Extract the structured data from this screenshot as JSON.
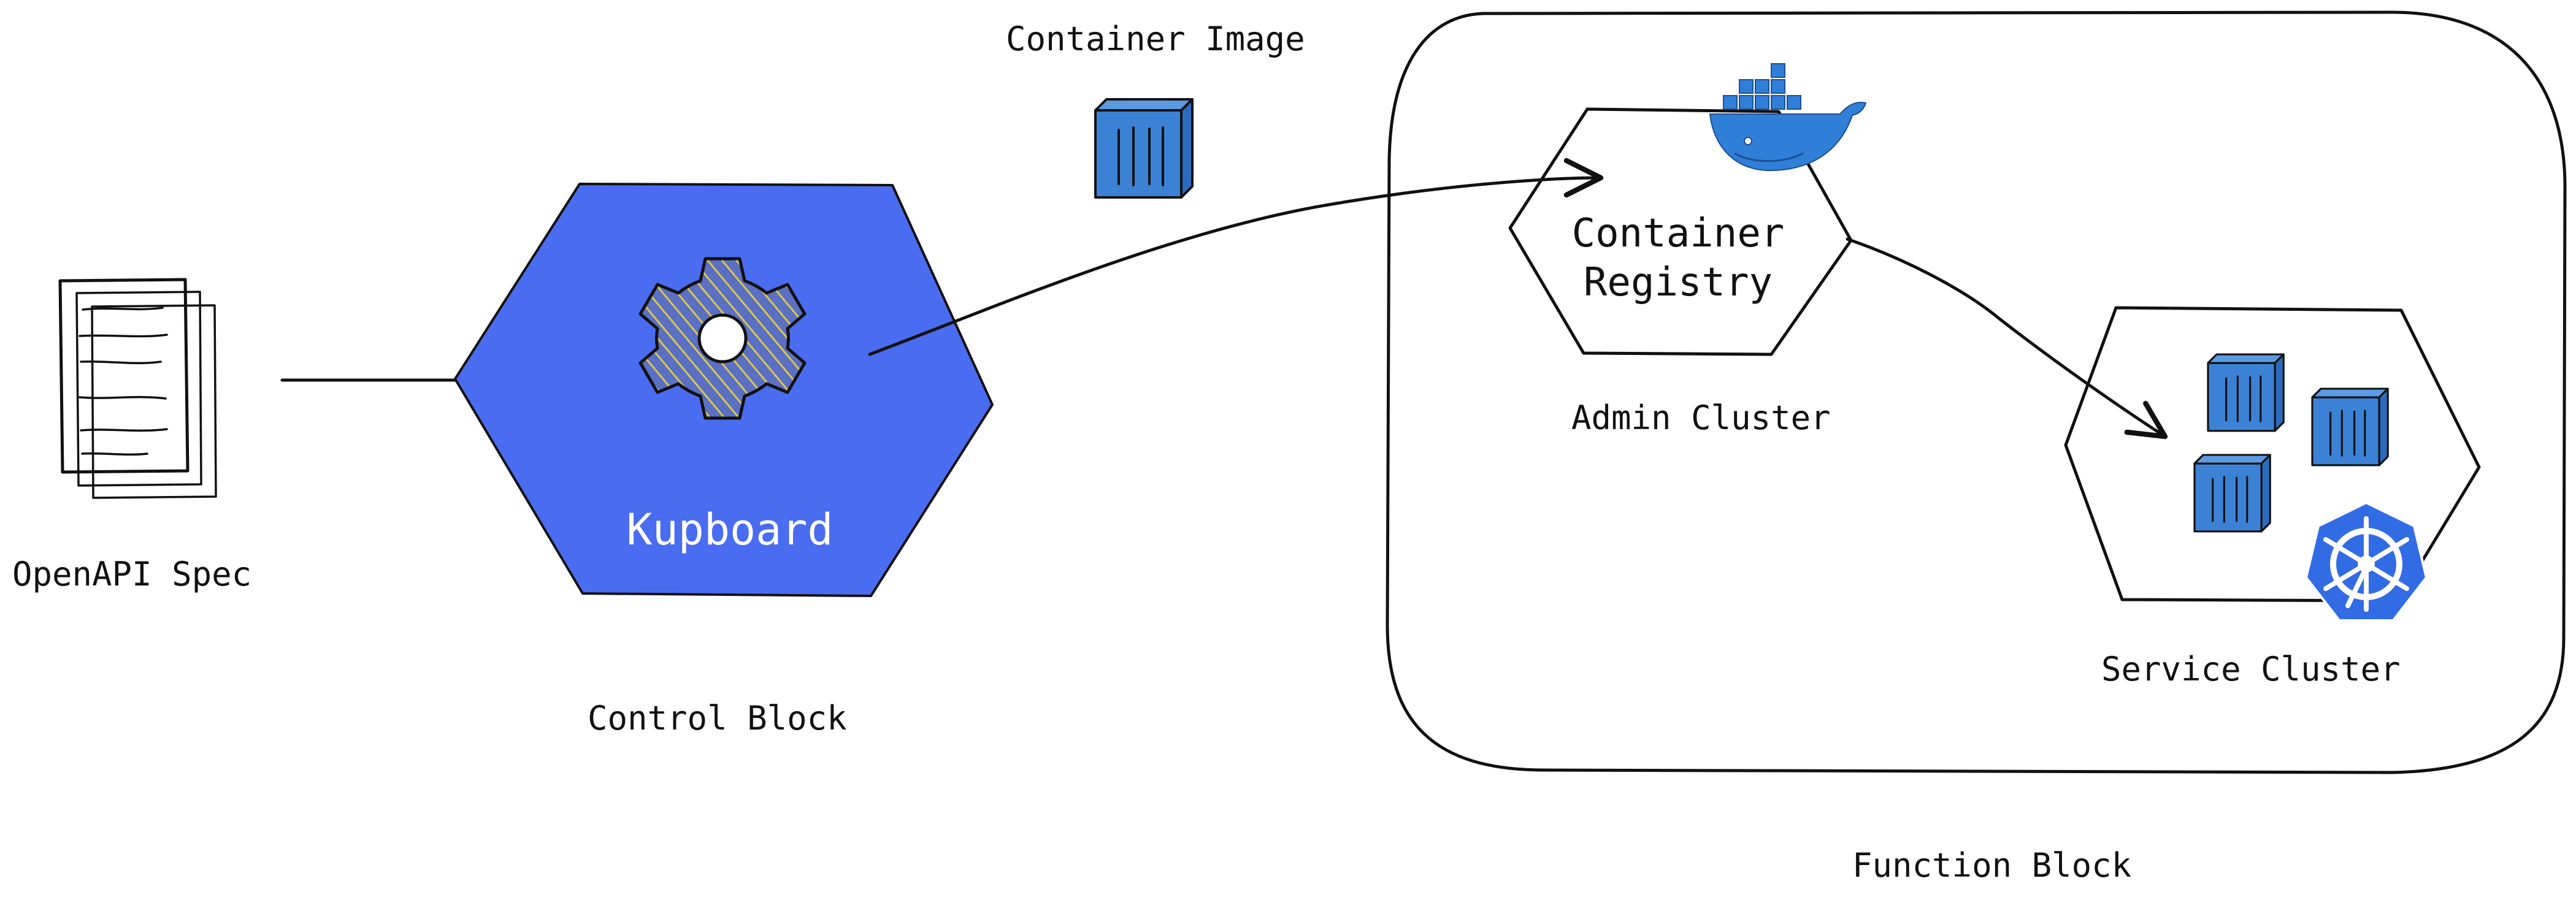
{
  "labels": {
    "openapi_spec": "OpenAPI Spec",
    "kupboard": "Kupboard",
    "control_block": "Control Block",
    "container_image": "Container Image",
    "container_registry_line1": "Container",
    "container_registry_line2": "Registry",
    "admin_cluster": "Admin Cluster",
    "service_cluster": "Service Cluster",
    "function_block": "Function Block"
  },
  "colors": {
    "kupboard_fill": "#4a6cf0",
    "container_blue": "#3b82d6",
    "docker_blue": "#2f7fd8",
    "kubernetes_blue": "#326ce5",
    "gear_fill": "#5b6fc4",
    "gear_hatch": "#d8c84a",
    "stroke": "#111111"
  },
  "icons": {
    "document": "document-stack-icon",
    "gear": "gear-icon",
    "container": "container-box-icon",
    "docker": "docker-whale-icon",
    "kubernetes": "kubernetes-helm-icon"
  }
}
